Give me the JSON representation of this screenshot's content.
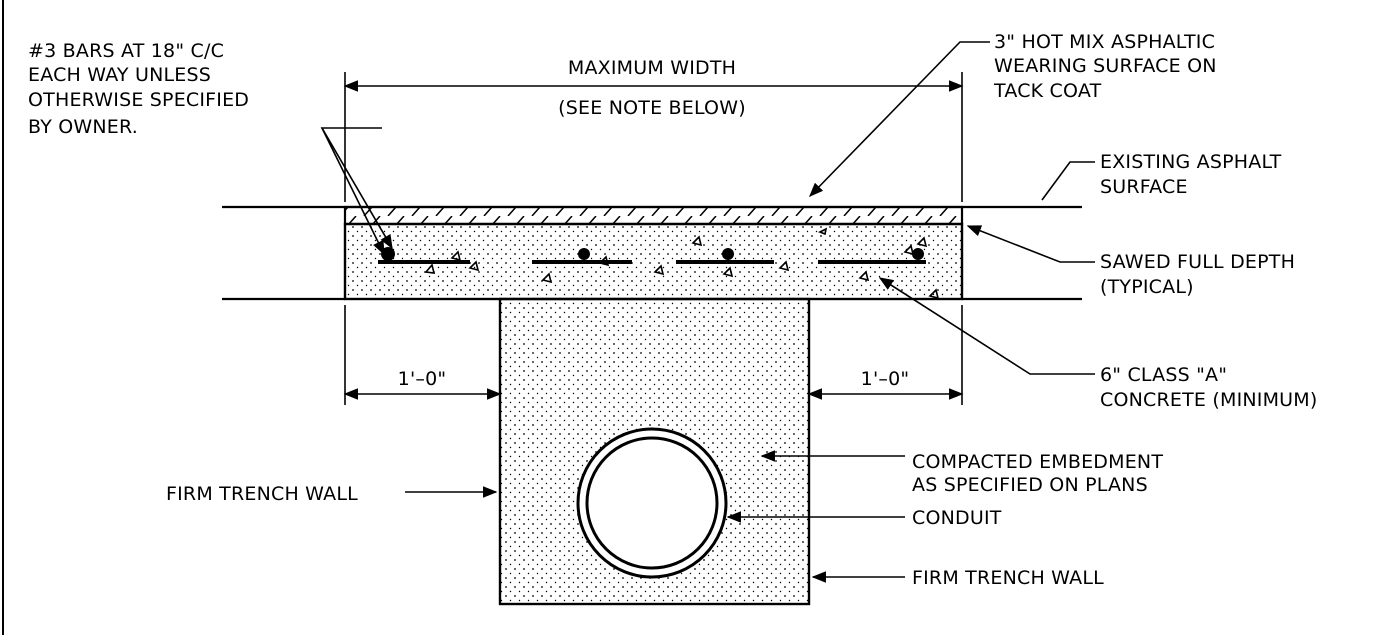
{
  "labels": {
    "bars": [
      "#3 BARS AT 18\" C/C",
      "EACH WAY UNLESS",
      "OTHERWISE SPECIFIED",
      "BY OWNER."
    ],
    "max_width": "MAXIMUM WIDTH",
    "see_note": "(SEE NOTE BELOW)",
    "hot_mix": [
      "3\" HOT MIX ASPHALTIC",
      "WEARING SURFACE ON",
      "TACK COAT"
    ],
    "existing_asphalt": [
      "EXISTING ASPHALT",
      "SURFACE"
    ],
    "sawed": [
      "SAWED FULL DEPTH",
      "(TYPICAL)"
    ],
    "concrete": [
      "6\" CLASS \"A\"",
      "CONCRETE (MINIMUM)"
    ],
    "offset_left": "1'–0\"",
    "offset_right": "1'–0\"",
    "embedment": [
      "COMPACTED EMBEDMENT",
      "AS SPECIFIED ON PLANS"
    ],
    "conduit": "CONDUIT",
    "trench_wall_left": "FIRM TRENCH WALL",
    "trench_wall_right": "FIRM TRENCH WALL"
  }
}
